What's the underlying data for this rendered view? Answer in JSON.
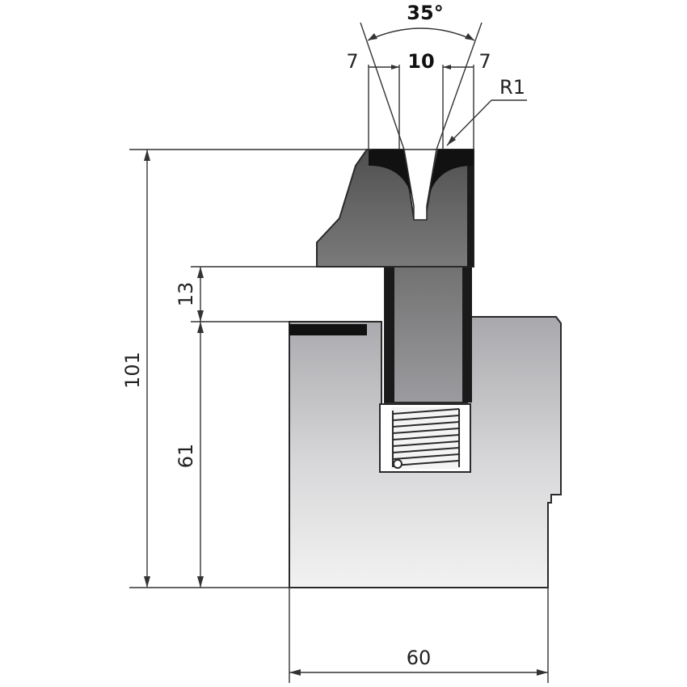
{
  "dimensions": {
    "angle": "35°",
    "opening": "10",
    "left_shoulder": "7",
    "right_shoulder": "7",
    "radius": "R1",
    "clamp_height": "13",
    "total_height": "101",
    "body_height": "61",
    "width": "60"
  },
  "colors": {
    "die_top": "#5f5f5f",
    "die_body_top": "#a9a9ad",
    "die_body_bottom": "#f2f2f2",
    "wear_strip": "#111111",
    "spring": "#f4f4f4"
  }
}
